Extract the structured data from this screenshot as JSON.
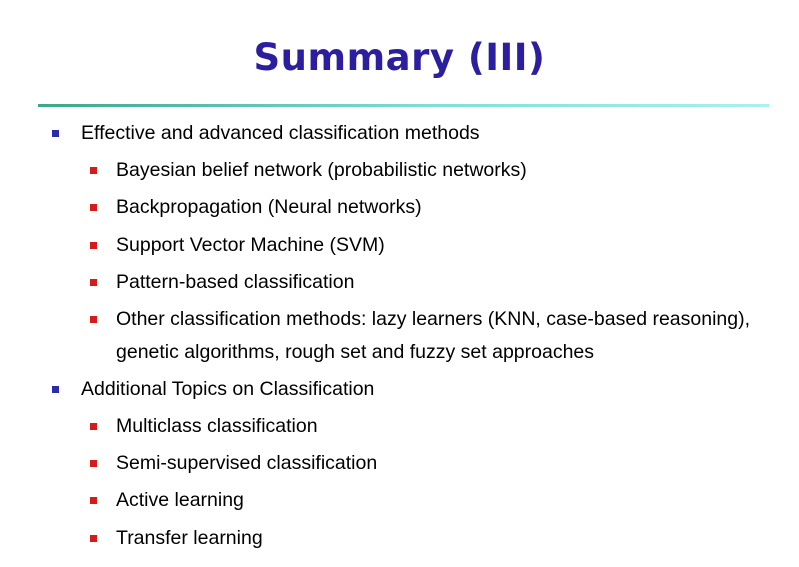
{
  "title": "Summary (III)",
  "colors": {
    "title": "#2b1fa0",
    "level1_bullet": "#2b2bb0",
    "level2_bullet": "#d81a1a",
    "divider_start": "#3aa88a",
    "divider_end": "#aaf0ee"
  },
  "sections": [
    {
      "text": "Effective and advanced classification methods",
      "items": [
        {
          "text": "Bayesian belief network (probabilistic networks)"
        },
        {
          "text": "Backpropagation (Neural networks)"
        },
        {
          "text": "Support Vector Machine (SVM)"
        },
        {
          "text": "Pattern-based classification"
        },
        {
          "text": "Other classification methods: lazy learners (KNN, case-based reasoning),",
          "continuation": "genetic algorithms, rough set and fuzzy set approaches"
        }
      ]
    },
    {
      "text": "Additional Topics on Classification",
      "items": [
        {
          "text": "Multiclass classification"
        },
        {
          "text": "Semi-supervised classification"
        },
        {
          "text": "Active learning"
        },
        {
          "text": "Transfer learning"
        }
      ]
    }
  ]
}
